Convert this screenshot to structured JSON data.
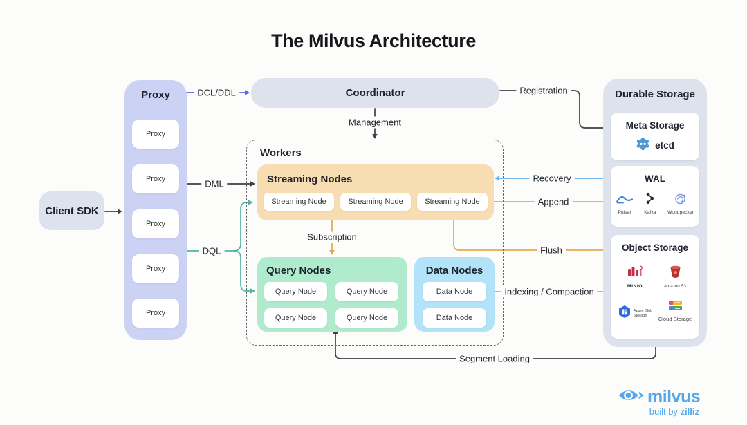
{
  "title": "The Milvus Architecture",
  "client_sdk": {
    "label": "Client SDK"
  },
  "proxy_group": {
    "title": "Proxy",
    "nodes": [
      "Proxy",
      "Proxy",
      "Proxy",
      "Proxy",
      "Proxy"
    ]
  },
  "coordinator": {
    "label": "Coordinator"
  },
  "workers": {
    "title": "Workers",
    "streaming": {
      "title": "Streaming Nodes",
      "nodes": [
        "Streaming Node",
        "Streaming Node",
        "Streaming Node"
      ]
    },
    "query": {
      "title": "Query Nodes",
      "nodes": [
        "Query Node",
        "Query Node",
        "Query Node",
        "Query Node"
      ]
    },
    "data": {
      "title": "Data Nodes",
      "nodes": [
        "Data Node",
        "Data Node"
      ]
    }
  },
  "durable_storage": {
    "title": "Durable Storage",
    "meta_storage": {
      "title": "Meta Storage",
      "brand": {
        "icon": "etcd-gear-icon",
        "label": "etcd"
      }
    },
    "wal": {
      "title": "WAL",
      "brands": [
        {
          "icon": "pulsar-wave-icon",
          "label": "Pulsar"
        },
        {
          "icon": "kafka-icon",
          "label": "Kafka"
        },
        {
          "icon": "woodpecker-bird-icon",
          "label": "Woodpecker"
        }
      ]
    },
    "object_storage": {
      "title": "Object Storage",
      "brands": [
        {
          "icon": "minio-flamingo-icon",
          "label": "MINIO"
        },
        {
          "icon": "amazon-s3-bucket-icon",
          "label": "Amazon S3"
        },
        {
          "icon": "azure-blob-storage-icon",
          "label": "Azure Blob Storage",
          "label_line1": "Azure Blob",
          "label_line2": "Storage"
        },
        {
          "icon": "google-cloud-storage-icon",
          "label": "Cloud Storage"
        }
      ]
    }
  },
  "edges": {
    "dcl_ddl": "DCL/DDL",
    "management": "Management",
    "registration": "Registration",
    "dml": "DML",
    "dql": "DQL",
    "recovery": "Recovery",
    "append": "Append",
    "flush": "Flush",
    "subscription": "Subscription",
    "indexing_compaction": "Indexing / Compaction",
    "segment_loading": "Segment Loading"
  },
  "footer": {
    "icon": "milvus-eye-icon",
    "brand": "milvus",
    "tagline_prefix": "built by ",
    "tagline_brand": "zilliz"
  },
  "colors": {
    "page_bg": "#fcfcfa",
    "panel_gray": "#dde2ec",
    "proxy_lavender": "#ccd2f4",
    "streaming_orange": "#f8dcb2",
    "query_green": "#b0ebcd",
    "data_blue": "#b3e3f8",
    "edge_dark": "#3c4047",
    "edge_indigo": "#5a62ea",
    "edge_teal": "#4fb5aa",
    "edge_blue": "#66b3f0",
    "edge_amber": "#e3a94c",
    "milvus_blue": "#58a7ea"
  }
}
